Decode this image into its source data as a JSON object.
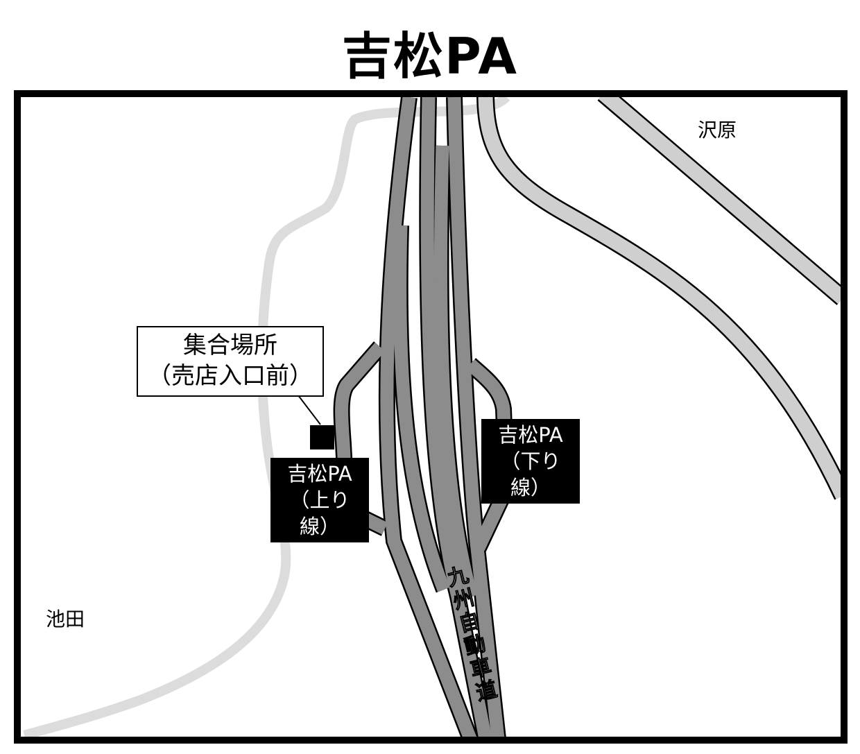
{
  "title": "吉松PA",
  "places": {
    "sawara": "沢原",
    "ikeda": "池田"
  },
  "meeting_point": {
    "line1": "集合場所",
    "line2": "（売店入口前）"
  },
  "pa_up": {
    "line1": "吉松PA",
    "line2": "（上り線）"
  },
  "pa_down": {
    "line1": "吉松PA",
    "line2": "（下り線）"
  },
  "highway": "九州自動車道",
  "colors": {
    "highway": "#8c8c8c",
    "local_road": "#cfcfcf",
    "minor_road": "#dcdcdc",
    "frame": "#000000"
  }
}
